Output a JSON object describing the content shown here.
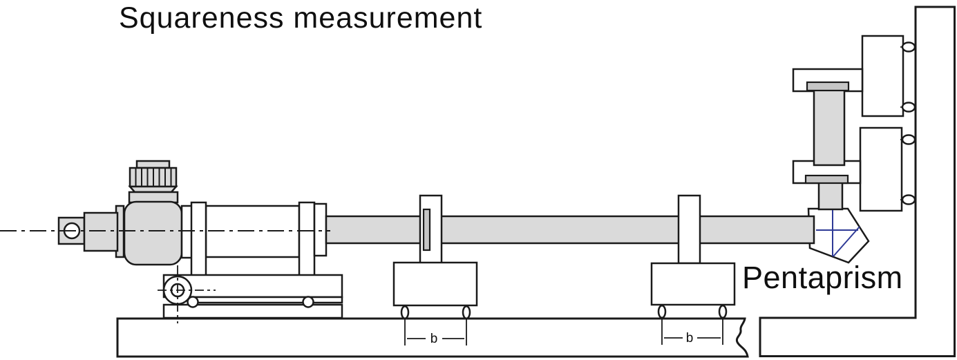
{
  "title": "Squareness measurement",
  "labels": {
    "pentaprism": "Pentaprism",
    "dim_b_1": "b",
    "dim_b_2": "b"
  },
  "theme": {
    "bg": "#ffffff",
    "line": "#1a1a1a",
    "gray_light": "#dadada",
    "gray_mid": "#c6c6c6",
    "blue": "#2e3a96",
    "text": "#0f0f0f"
  }
}
